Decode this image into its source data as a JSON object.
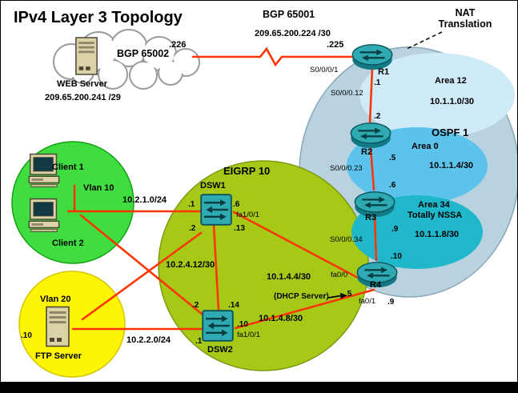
{
  "title": "IPv4 Layer 3 Topology",
  "wan": {
    "bgp_label": "BGP 65001",
    "subnet": "209.65.200.224 /30",
    "nat_label": "NAT Translation",
    "isp_ip": ".226",
    "r1_ip": ".225",
    "r1_if": "S0/0/0/1"
  },
  "cloud": {
    "label": "BGP 65002",
    "server_name": "WEB Server",
    "server_ip": "209.65.200.241 /29"
  },
  "ospf": {
    "label": "OSPF 1",
    "area12": "Area 12",
    "area12_subnet": "10.1.1.0/30",
    "area0": "Area 0",
    "area0_subnet": "10.1.1.4/30",
    "area34": "Area 34",
    "area34_type": "Totally NSSA",
    "area34_subnet": "10.1.1.8/30",
    "r1_name": "R1",
    "r2_name": "R2",
    "r3_name": "R3",
    "r4_name": "R4",
    "r1_s_ip": ".1",
    "if_r1_r2": "S0/0/0.12",
    "r2_n_ip": ".2",
    "r2_s_ip": ".5",
    "if_r2_r3": "S0/0/0.23",
    "r3_n_ip": ".6",
    "r3_s_ip": ".9",
    "if_r3_r4": "S0/0/0.34",
    "r4_n_ip": ".10",
    "r4_fa00": "fa0/0",
    "r4_fa00_ip": ".5",
    "dhcp_note": "(DHCP Server)",
    "r4_fa01": "fa0/1",
    "r4_fa01_ip": ".9"
  },
  "eigrp": {
    "label": "EIGRP 10",
    "dsw1_name": "DSW1",
    "dsw2_name": "DSW2",
    "dsw1_vlan10_ip": ".1",
    "dsw1_uplink_ip": ".6",
    "dsw1_if": "fa1/0/1",
    "dsw1_vlan20_ip": ".2",
    "dsw1_link_ip": ".13",
    "dsw2_vlan10_ip": ".2",
    "dsw2_link_ip": ".14",
    "dsw2_uplink_ip": ".10",
    "dsw2_if": "fa1/0/1",
    "dsw2_vlan20_ip": ".1",
    "net_vlan10": "10.2.1.0/24",
    "net_vlan20": "10.2.2.0/24",
    "net_dsw_link": "10.2.4.12/30",
    "net_dsw1_r4": "10.1.4.4/30",
    "net_dsw2_r4": "10.1.4.8/30"
  },
  "lans": {
    "client1": "Client 1",
    "client2": "Client 2",
    "vlan10": "Vlan 10",
    "vlan20": "Vlan 20",
    "ftp_name": "FTP Server",
    "ftp_ip": ".10"
  },
  "colors": {
    "link_red": "#fe3502",
    "ospf_outer_blue": "#b9d2e0",
    "area12_blue": "#cfeaf8",
    "area0_blue": "#5cc4ec",
    "area34_teal": "#21b7ca",
    "eigrp_green": "#a5c916",
    "client_lan_green": "#40dd40",
    "ftp_lan_yellow": "#fdf506",
    "device_teal": "#2fa9b2"
  }
}
